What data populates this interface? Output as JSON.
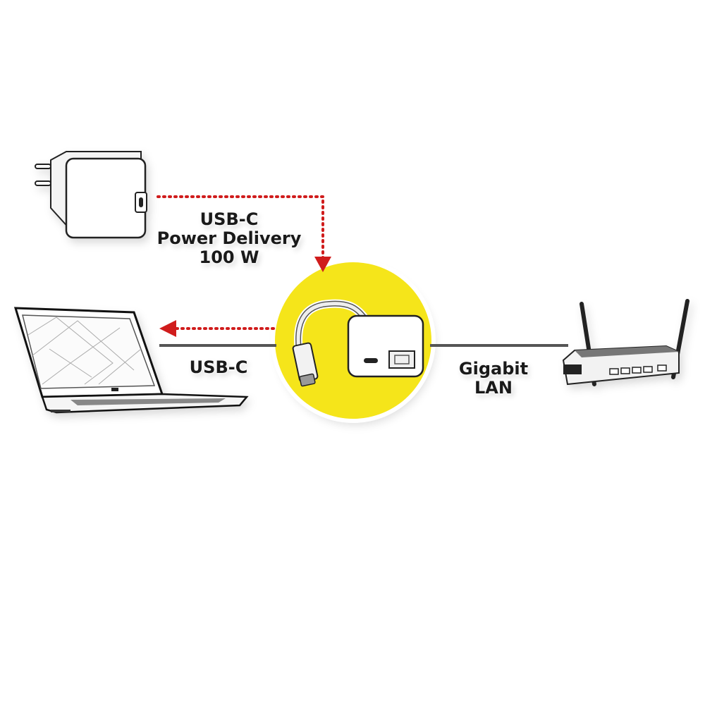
{
  "diagram": {
    "title": "USB-C to Gigabit LAN adapter with Power Delivery connection diagram",
    "colors": {
      "background": "#ffffff",
      "highlight_circle": "#f5e51a",
      "power_arrow": "#d01c1c",
      "data_line": "#555555",
      "text": "#1a1a1a"
    },
    "nodes": [
      {
        "id": "power-adapter",
        "label": "USB-C power adapter (EU plug)"
      },
      {
        "id": "adapter",
        "label": "USB-C to RJ45 adapter with USB-C PD port"
      },
      {
        "id": "laptop",
        "label": "Laptop"
      },
      {
        "id": "router",
        "label": "Router with two antennas"
      }
    ],
    "labels": {
      "power": {
        "line1": "USB-C",
        "line2": "Power Delivery",
        "line3": "100 W"
      },
      "laptop_link": "USB-C",
      "lan_link": {
        "line1": "Gigabit",
        "line2": "LAN"
      }
    },
    "edges": [
      {
        "from": "power-adapter",
        "to": "adapter",
        "style": "dotted-red-arrow",
        "label": "USB-C Power Delivery 100 W"
      },
      {
        "from": "adapter",
        "to": "laptop",
        "style": "dotted-red-arrow"
      },
      {
        "from": "adapter",
        "to": "laptop",
        "style": "solid-gray-line",
        "label": "USB-C"
      },
      {
        "from": "adapter",
        "to": "router",
        "style": "solid-gray-line",
        "label": "Gigabit LAN"
      }
    ]
  }
}
